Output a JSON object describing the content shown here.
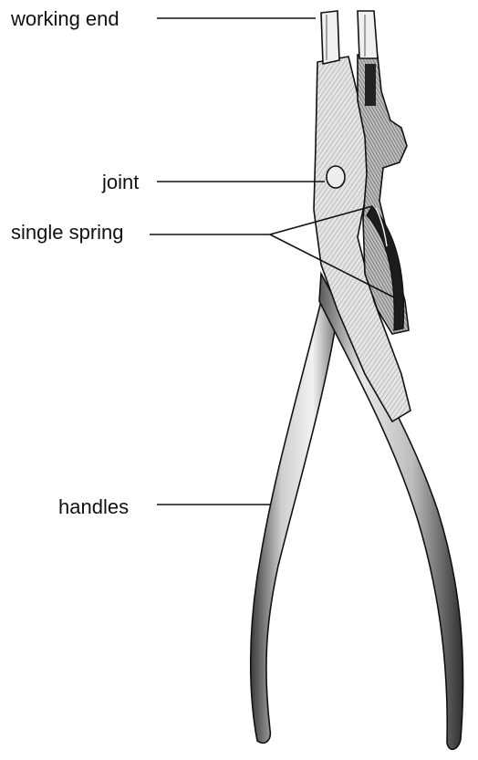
{
  "labels": {
    "working_end": "working end",
    "joint": "joint",
    "single_spring": "single spring",
    "handles": "handles"
  },
  "colors": {
    "ink": "#111111",
    "steel_light": "#d9d9d9",
    "steel_mid": "#a8a8a8",
    "steel_dark": "#3a3a3a",
    "background": "#ffffff"
  }
}
